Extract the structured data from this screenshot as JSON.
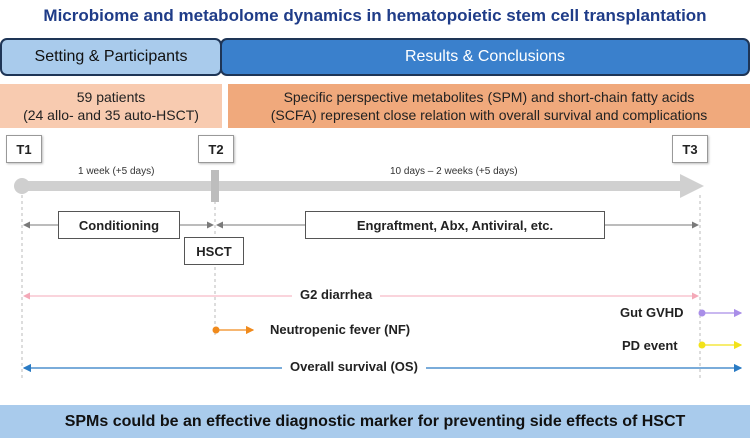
{
  "title": "Microbiome and metabolome dynamics in hematopoietic stem cell transplantation",
  "header": {
    "left": "Setting & Participants",
    "right": "Results & Conclusions"
  },
  "participants": {
    "line1": "59 patients",
    "line2": "(24 allo- and 35 auto-HSCT)"
  },
  "results": {
    "line1": "Specific perspective metabolites (SPM) and short-chain fatty acids",
    "line2": "(SCFA) represent close relation with overall survival and complications"
  },
  "timepoints": [
    "T1",
    "T2",
    "T3"
  ],
  "durations": {
    "first": "1 week (+5 days)",
    "second": "10 days – 2 weeks (+5 days)"
  },
  "phases": {
    "conditioning": "Conditioning",
    "hsct": "HSCT",
    "engraftment": "Engraftment, Abx, Antiviral, etc."
  },
  "events": {
    "g2_diarrhea": "G2 diarrhea",
    "gut_gvhd": "Gut GVHD",
    "neutropenic_fever": "Neutropenic fever (NF)",
    "pd_event": "PD event",
    "overall_survival": "Overall survival (OS)"
  },
  "colors": {
    "g2_diarrhea": "#f4a9b8",
    "gut_gvhd": "#a98ee8",
    "neutropenic_fever": "#f08a1c",
    "pd_event": "#f2e21a",
    "overall_survival": "#2a7bc4"
  },
  "footer": "SPMs could be an effective diagnostic marker for preventing side effects of HSCT"
}
